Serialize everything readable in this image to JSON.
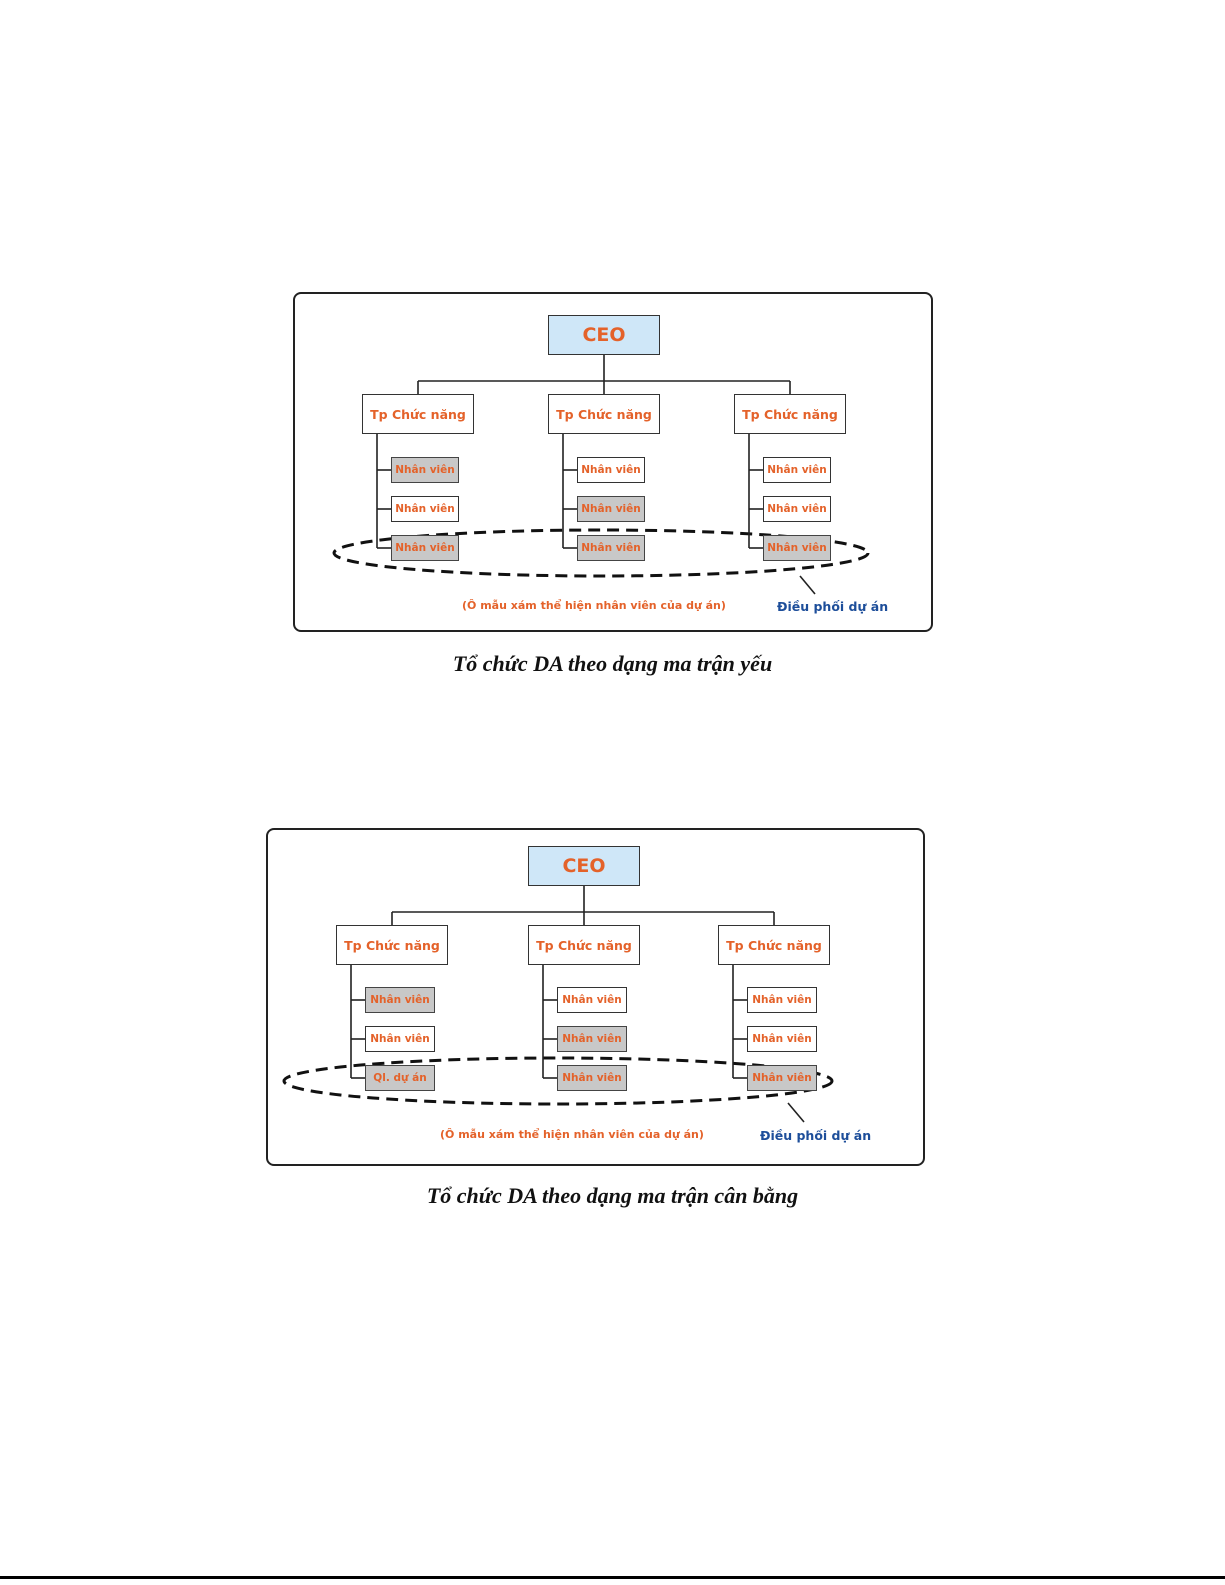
{
  "diagrams": [
    {
      "ceo": "CEO",
      "columns": [
        {
          "head": "Tp Chức năng",
          "staff": [
            {
              "label": "Nhân viên",
              "highlight": true
            },
            {
              "label": "Nhân viên",
              "highlight": false
            },
            {
              "label": "Nhân viên",
              "highlight": true
            }
          ]
        },
        {
          "head": "Tp Chức năng",
          "staff": [
            {
              "label": "Nhân viên",
              "highlight": false
            },
            {
              "label": "Nhân viên",
              "highlight": true
            },
            {
              "label": "Nhân viên",
              "highlight": true
            }
          ]
        },
        {
          "head": "Tp Chức năng",
          "staff": [
            {
              "label": "Nhân viên",
              "highlight": false
            },
            {
              "label": "Nhân viên",
              "highlight": false
            },
            {
              "label": "Nhân viên",
              "highlight": true
            }
          ]
        }
      ],
      "note": "(Ô mẫu xám thể hiện nhân viên của dự án)",
      "coordinator": "Điều phối dự án",
      "caption": "Tổ chức DA theo dạng ma trận yếu"
    },
    {
      "ceo": "CEO",
      "columns": [
        {
          "head": "Tp Chức năng",
          "staff": [
            {
              "label": "Nhân viên",
              "highlight": true
            },
            {
              "label": "Nhân viên",
              "highlight": false
            },
            {
              "label": "Ql. dự án",
              "highlight": true
            }
          ]
        },
        {
          "head": "Tp Chức năng",
          "staff": [
            {
              "label": "Nhân viên",
              "highlight": false
            },
            {
              "label": "Nhân viên",
              "highlight": true
            },
            {
              "label": "Nhân viên",
              "highlight": true
            }
          ]
        },
        {
          "head": "Tp Chức năng",
          "staff": [
            {
              "label": "Nhân viên",
              "highlight": false
            },
            {
              "label": "Nhân viên",
              "highlight": false
            },
            {
              "label": "Nhân viên",
              "highlight": true
            }
          ]
        }
      ],
      "note": "(Ô mẫu xám thể hiện nhân viên của dự án)",
      "coordinator": "Điều phối dự án",
      "caption": "Tổ chức DA theo dạng ma trận cân bằng"
    }
  ]
}
